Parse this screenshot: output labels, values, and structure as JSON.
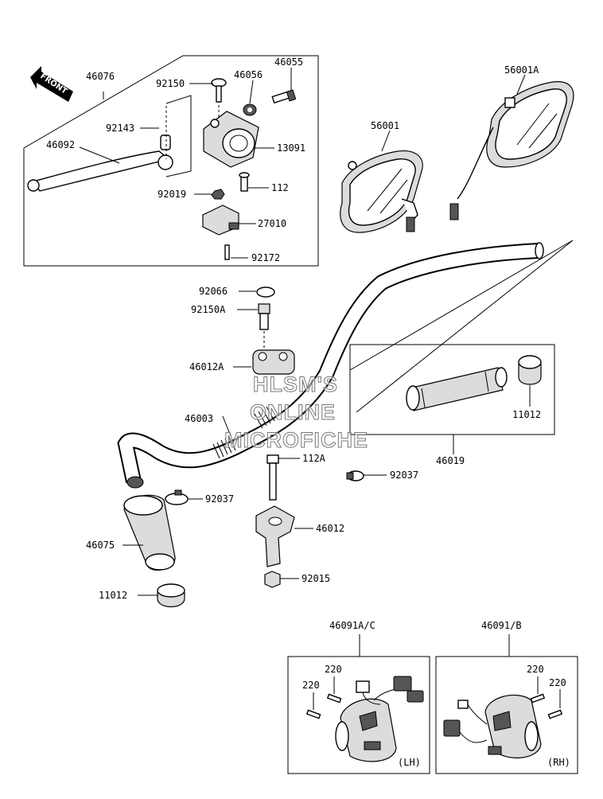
{
  "front_label": "FRONT",
  "watermark": [
    "HLSM'S",
    "ONLINE",
    "MICROFICHE"
  ],
  "parts": {
    "p46076": "46076",
    "p46055": "46055",
    "p92150": "92150",
    "p46056": "46056",
    "p92143": "92143",
    "p46092": "46092",
    "p13091": "13091",
    "p92019": "92019",
    "p112": "112",
    "p27010": "27010",
    "p92172": "92172",
    "p56001A": "56001A",
    "p56001": "56001",
    "p92066": "92066",
    "p92150A": "92150A",
    "p46012A": "46012A",
    "p11012r": "11012",
    "p46003": "46003",
    "p112A": "112A",
    "p46019": "46019",
    "p92037r": "92037",
    "p92037l": "92037",
    "p46012": "46012",
    "p46075": "46075",
    "p92015": "92015",
    "p11012l": "11012",
    "p46091AC": "46091A/C",
    "p46091B": "46091/B",
    "p220a": "220",
    "p220b": "220",
    "p220c": "220",
    "p220d": "220",
    "lh": "(LH)",
    "rh": "(RH)"
  }
}
